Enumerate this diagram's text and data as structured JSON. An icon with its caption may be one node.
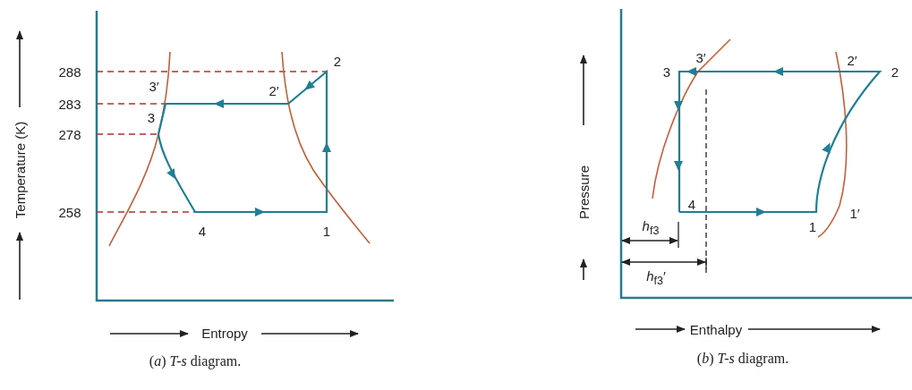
{
  "diagram": {
    "labels": [
      "Temperature (K)",
      "288",
      "2",
      "3′",
      "2′",
      "283",
      "3",
      "278",
      "258",
      "4",
      "1",
      "Entropy",
      "(*a*) *T-s* diagram.",
      "Pressure",
      "3",
      "3′",
      "2′",
      "2",
      "4",
      "1",
      "1′",
      "*h*$_{f3}$",
      "*h*$_{f3}$′",
      "Enthalpy",
      "(*b*) *T-s* diagram."
    ]
  }
}
